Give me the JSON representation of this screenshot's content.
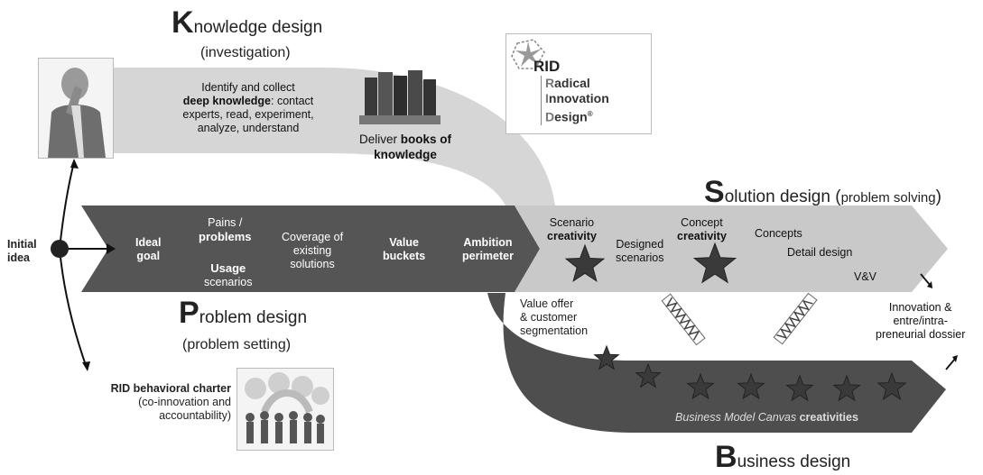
{
  "knowledge": {
    "cap": "K",
    "rest": "nowledge design",
    "paren": "(investigation)",
    "text1": "Identify and collect",
    "text2_bold": "deep knowledge",
    "text2_rest": ": contact",
    "text3": "experts, read, experiment,",
    "text4": "analyze, understand",
    "deliver_pre": "Deliver ",
    "deliver_bold1": "books of",
    "deliver_bold2": "knowledge"
  },
  "rid_logo": {
    "mark": "RID",
    "l1_cap": "R",
    "l1": "adical",
    "l2_cap": "I",
    "l2": "nnovation",
    "l3_cap": "D",
    "l3": "esign",
    "reg": "®"
  },
  "solution": {
    "cap": "S",
    "rest": "olution design (",
    "paren_small": "problem solving",
    "close": ")"
  },
  "initial_idea": {
    "l1": "Initial",
    "l2": "idea"
  },
  "problem_steps": {
    "ideal": [
      "Ideal",
      "goal"
    ],
    "pains": [
      "Pains /",
      "problems"
    ],
    "usage": [
      "Usage",
      "scenarios"
    ],
    "coverage": [
      "Coverage of",
      "existing",
      "solutions"
    ],
    "value": [
      "Value",
      "buckets"
    ],
    "ambition": [
      "Ambition",
      "perimeter"
    ]
  },
  "solution_steps": {
    "scenario": [
      "Scenario",
      "creativity"
    ],
    "designed": [
      "Designed",
      "scenarios"
    ],
    "concept": [
      "Concept",
      "creativity"
    ],
    "concepts": "Concepts",
    "detail": "Detail design",
    "vv": "V&V"
  },
  "problem": {
    "cap": "P",
    "rest": "roblem design",
    "paren": "(problem setting)"
  },
  "value_offer": [
    "Value offer",
    "& customer",
    "segmentation"
  ],
  "innovation": [
    "Innovation &",
    "entre/intra-",
    "preneurial dossier"
  ],
  "charter": {
    "title": "RID behavioral charter",
    "l2": "(co-innovation and",
    "l3": "accountability)"
  },
  "bmc": {
    "italic": "Business Model Canvas ",
    "bold": "creativities"
  },
  "business": {
    "cap": "B",
    "rest": "usiness design"
  },
  "colors": {
    "dark_band": "#5a5a5a",
    "light_band": "#d4d4d4",
    "mid_band": "#b8b8b8",
    "star": "#3a3a3a"
  },
  "icons": [
    "thinking-man-photo",
    "books-icon",
    "rid-star-logo",
    "spring-icon",
    "star-icon",
    "team-puzzle-photo"
  ]
}
